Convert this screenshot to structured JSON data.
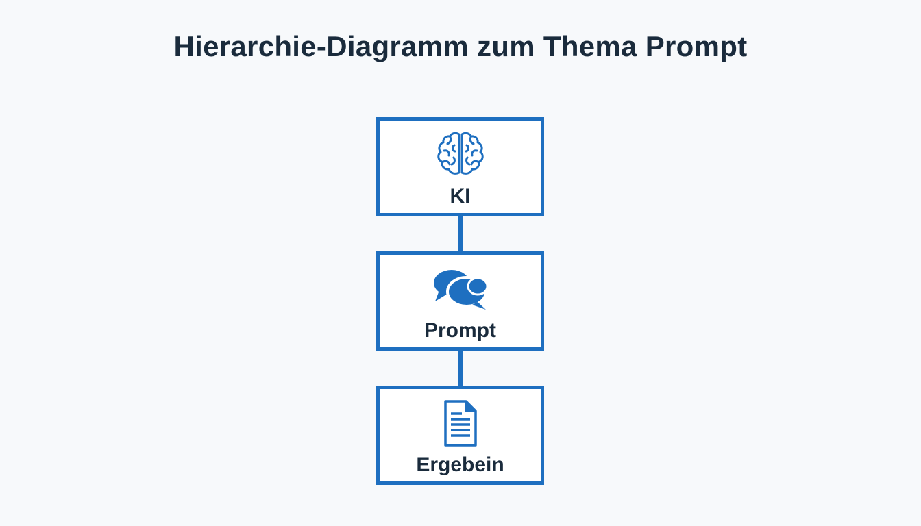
{
  "title": "Hierarchie-Diagramm zum Thema Prompt",
  "accent_color": "#1e6fc0",
  "text_color": "#1a2b3c",
  "nodes": [
    {
      "label": "KI",
      "icon": "brain-icon"
    },
    {
      "label": "Prompt",
      "icon": "speech-bubbles-icon"
    },
    {
      "label": "Ergebein",
      "icon": "document-icon"
    }
  ]
}
